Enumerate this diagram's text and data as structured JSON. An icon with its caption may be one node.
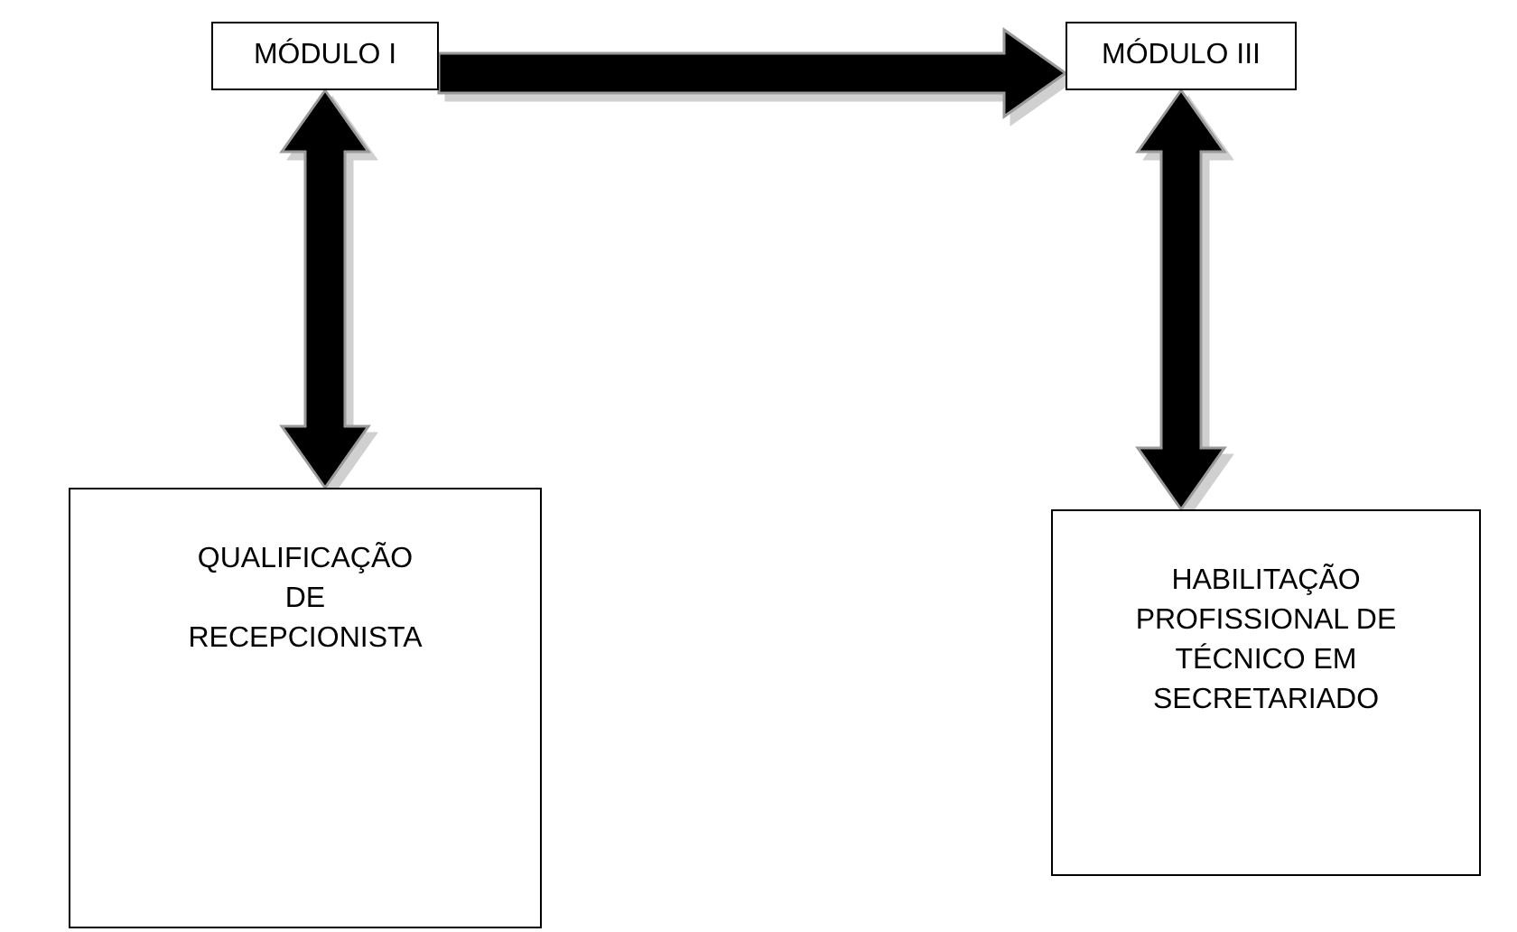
{
  "diagram": {
    "nodes": [
      {
        "text": [
          "MÓDULO I"
        ]
      },
      {
        "text": [
          "MÓDULO III"
        ]
      },
      {
        "text": [
          "QUALIFICAÇÃO DE RECEPCIONISTA"
        ]
      },
      {
        "text": [
          "HABILITAÇÃO PROFISSIONAL DE TÉCNICO EM SECRETARIADO"
        ]
      }
    ],
    "edges": [
      {
        "from": 0,
        "to": 1,
        "arrow": "to"
      },
      {
        "from": 0,
        "to": 2,
        "arrow": "both"
      },
      {
        "from": 1,
        "to": 3,
        "arrow": "both"
      }
    ]
  }
}
